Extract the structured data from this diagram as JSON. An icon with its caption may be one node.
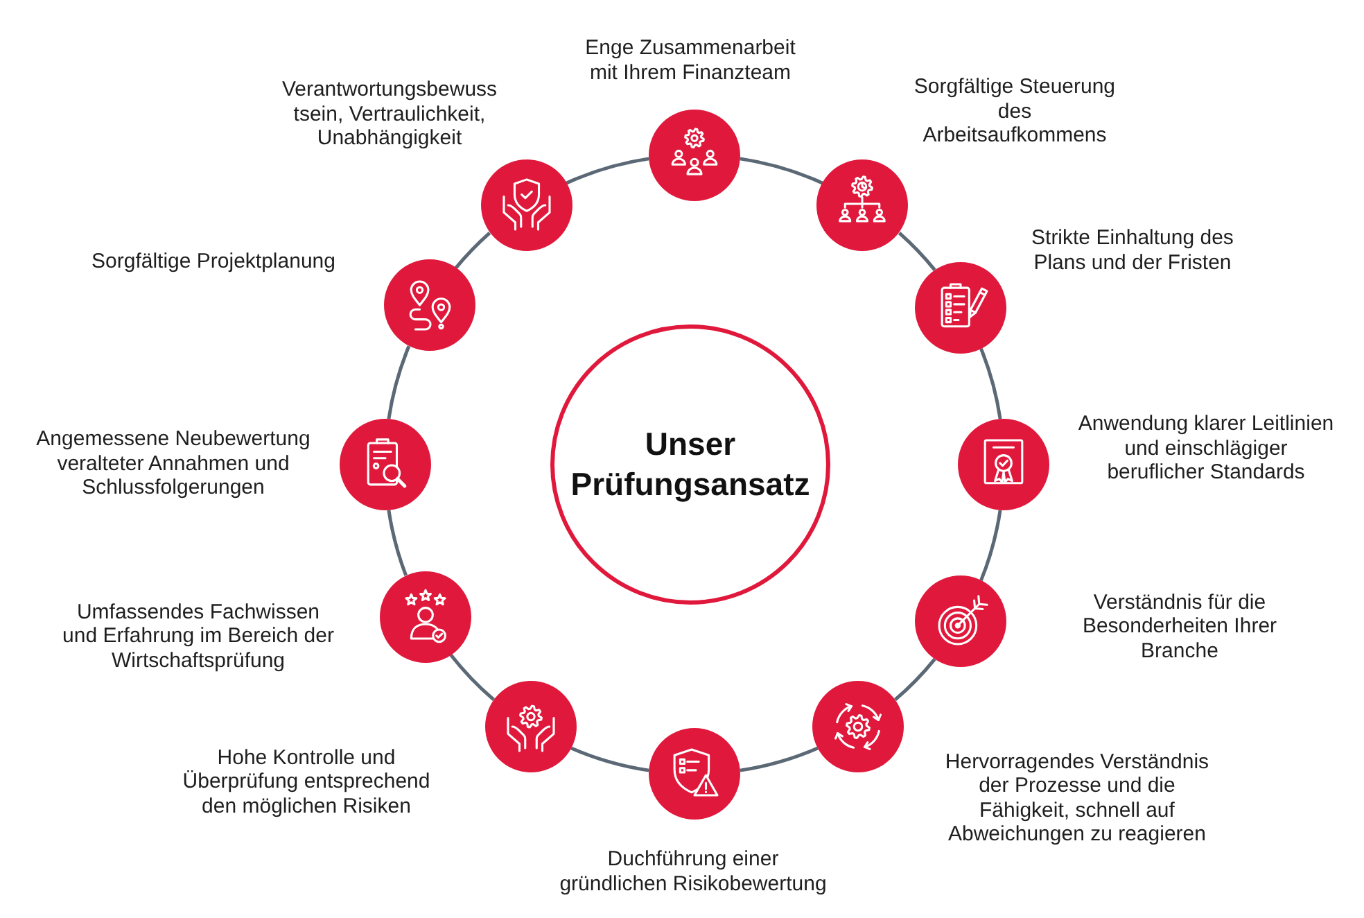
{
  "diagram": {
    "nodes": [
      {
        "text": [
          "Unser Prüfungsansatz"
        ]
      },
      {
        "text": [],
        "shape": "circle",
        "beside": [
          "Enge Zusammenarbeit mit Ihrem Finanzteam"
        ]
      },
      {
        "text": [],
        "shape": "circle",
        "beside": [
          "Sorgfältige Steuerung des Arbeitsaufkommens"
        ]
      },
      {
        "text": [],
        "shape": "circle",
        "beside": [
          "Strikte Einhaltung des Plans und der Fristen"
        ]
      },
      {
        "text": [],
        "shape": "circle",
        "beside": [
          "Anwendung klarer Leitlinien und einschlägiger beruflicher Standards"
        ]
      },
      {
        "text": [],
        "shape": "circle",
        "beside": [
          "Verständnis für die Besonderheiten Ihrer Branche"
        ]
      },
      {
        "text": [],
        "shape": "circle",
        "beside": [
          "Hervorragendes Verständnis der Prozesse und die Fähigkeit, schnell auf Abweichungen zu reagieren"
        ]
      },
      {
        "text": [],
        "shape": "circle",
        "beside": [
          "Duchführung einer gründlichen Risikobewertung"
        ]
      },
      {
        "text": [],
        "shape": "circle",
        "beside": [
          "Hohe Kontrolle und Überprüfung entsprechend den möglichen Risiken"
        ]
      },
      {
        "text": [],
        "shape": "circle",
        "beside": [
          "Umfassendes Fachwissen und Erfahrung im Bereich der Wirtschaftsprüfung"
        ]
      },
      {
        "text": [],
        "shape": "circle",
        "beside": [
          "Angemessene Neubewertung veralteter Annahmen und Schlussfolgerungen"
        ]
      },
      {
        "text": [],
        "shape": "circle",
        "beside": [
          "Sorgfältige Projektplanung"
        ]
      },
      {
        "text": [],
        "shape": "circle",
        "beside": [
          "Verantwortungsbewuss tsein, Vertraulichkeit, Unabhängigkeit"
        ]
      }
    ],
    "edges": [
      {
        "from": 1,
        "to": 2,
        "arrow": "none"
      },
      {
        "from": 2,
        "to": 3,
        "arrow": "none"
      },
      {
        "from": 3,
        "to": 4,
        "arrow": "none"
      },
      {
        "from": 4,
        "to": 5,
        "arrow": "none"
      },
      {
        "from": 5,
        "to": 6,
        "arrow": "none"
      },
      {
        "from": 6,
        "to": 7,
        "arrow": "none"
      },
      {
        "from": 7,
        "to": 8,
        "arrow": "none"
      },
      {
        "from": 8,
        "to": 9,
        "arrow": "none"
      },
      {
        "from": 9,
        "to": 10,
        "arrow": "none"
      },
      {
        "from": 10,
        "to": 11,
        "arrow": "none"
      },
      {
        "from": 11,
        "to": 12,
        "arrow": "none"
      },
      {
        "from": 12,
        "to": 1,
        "arrow": "none"
      }
    ]
  }
}
